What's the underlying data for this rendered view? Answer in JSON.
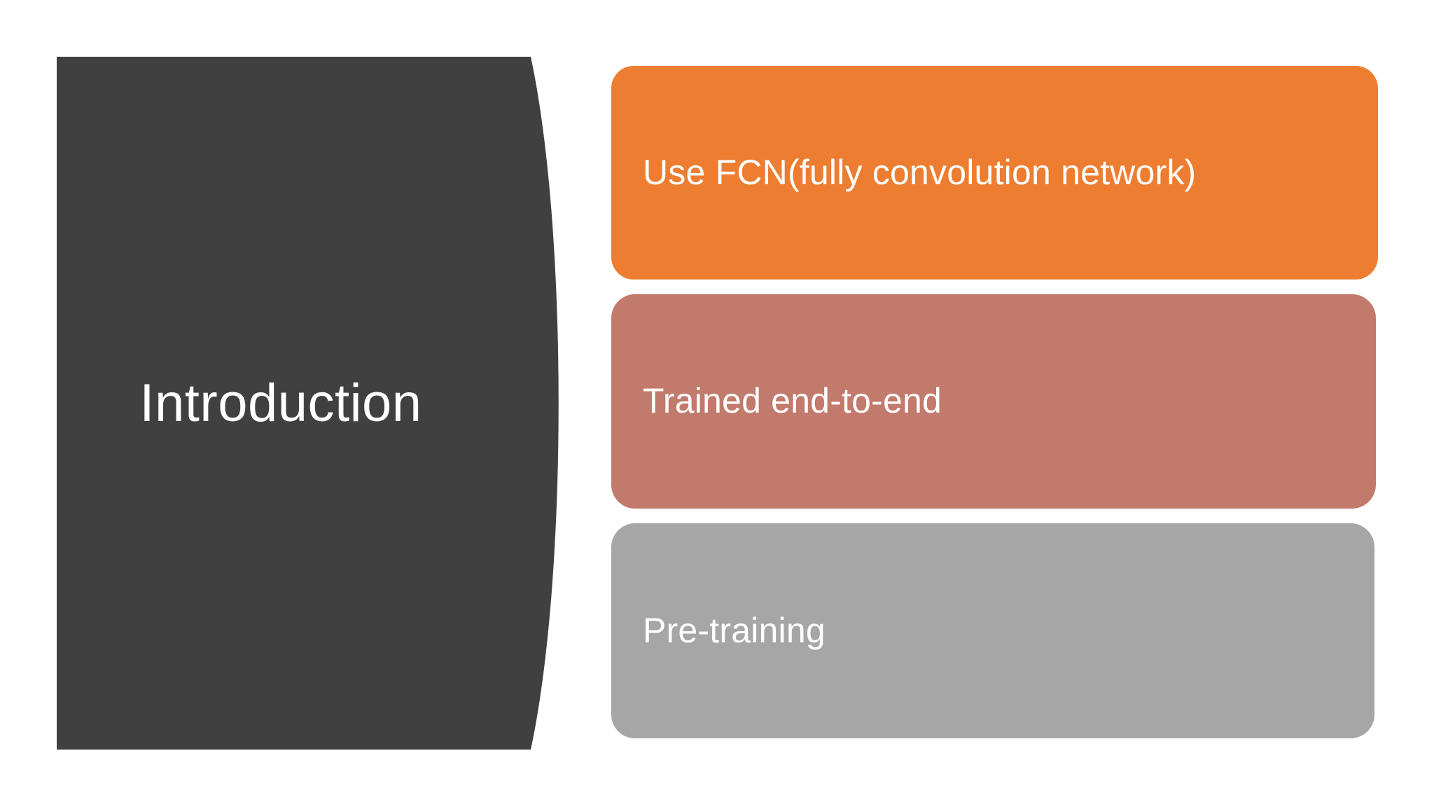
{
  "slide": {
    "title": "Introduction",
    "background_color": "#FFFFFF",
    "title_panel_color": "#404040",
    "title_text_color": "#FFFFFF"
  },
  "boxes": [
    {
      "label": "Use FCN(fully convolution network)",
      "color": "#ED7D31",
      "text_color": "#FFFFFF"
    },
    {
      "label": "Trained end-to-end",
      "color": "#C17A6B",
      "text_color": "#FFFFFF"
    },
    {
      "label": "Pre-training",
      "color": "#A6A6A6",
      "text_color": "#FFFFFF"
    }
  ]
}
